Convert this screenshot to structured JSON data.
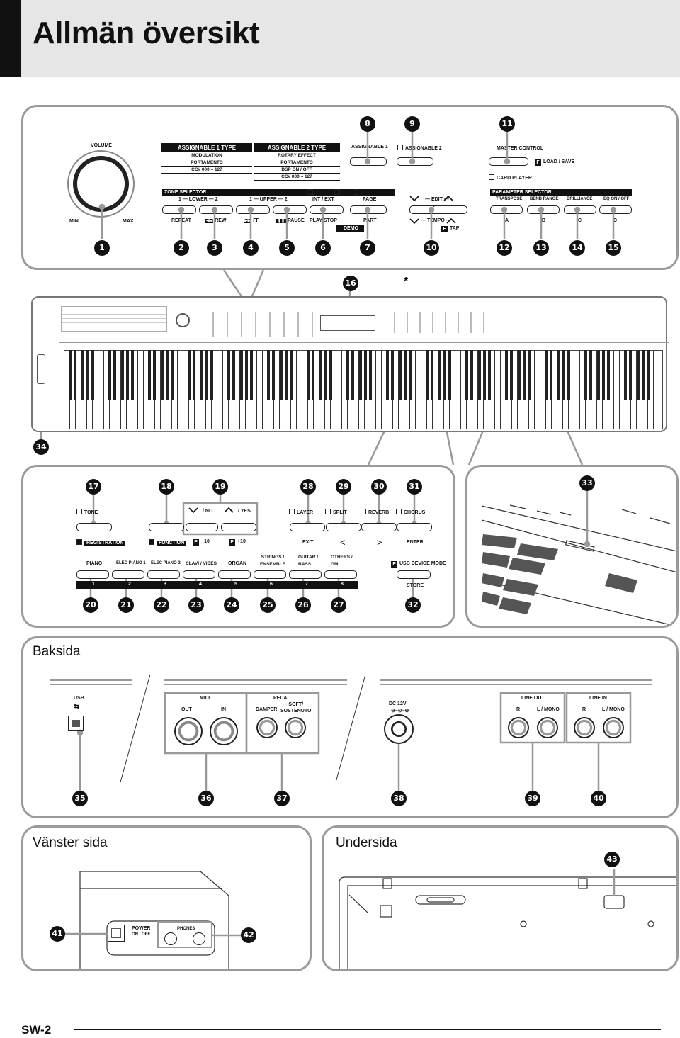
{
  "header": {
    "title": "Allmän översikt"
  },
  "callouts": {
    "c1": "1",
    "c2": "2",
    "c3": "3",
    "c4": "4",
    "c5": "5",
    "c6": "6",
    "c7": "7",
    "c8": "8",
    "c9": "9",
    "c10": "10",
    "c11": "11",
    "c12": "12",
    "c13": "13",
    "c14": "14",
    "c15": "15",
    "c16": "16",
    "c17": "17",
    "c18": "18",
    "c19": "19",
    "c20": "20",
    "c21": "21",
    "c22": "22",
    "c23": "23",
    "c24": "24",
    "c25": "25",
    "c26": "26",
    "c27": "27",
    "c28": "28",
    "c29": "29",
    "c30": "30",
    "c31": "31",
    "c32": "32",
    "c33": "33",
    "c34": "34",
    "c35": "35",
    "c36": "36",
    "c37": "37",
    "c38": "38",
    "c39": "39",
    "c40": "40",
    "c41": "41",
    "c42": "42",
    "c43": "43",
    "asterisk": "*"
  },
  "top_panel": {
    "volume": "VOLUME",
    "min": "MIN",
    "max": "MAX",
    "assignable1_type": {
      "head": "ASSIGNABLE 1 TYPE",
      "lines": [
        "MODULATION",
        "PORTAMENTO",
        "CC#   000 – 127"
      ]
    },
    "assignable2_type": {
      "head": "ASSIGNABLE 2 TYPE",
      "lines": [
        "ROTARY EFFECT",
        "PORTAMENTO",
        "DSP  ON / OFF",
        "CC#   000 – 127"
      ]
    },
    "assignable1": "ASSIGNABLE 1",
    "assignable2": "ASSIGNABLE 2",
    "master_control": "MASTER CONTROL",
    "load_save": "LOAD / SAVE",
    "card_player": "CARD PLAYER",
    "zone_selector": "ZONE SELECTOR",
    "lower": "1 — LOWER — 2",
    "upper": "1 — UPPER — 2",
    "int_ext": "INT / EXT",
    "zone_edit": "ZONE EDIT",
    "page": "PAGE",
    "edit": "— EDIT —",
    "parameter_selector": "PARAMETER SELECTOR",
    "transpose": "TRANSPOSE",
    "bend_range": "BEND RANGE",
    "brilliance": "BRILLIANCE",
    "eq_on_off": "EQ  ON / OFF",
    "repeat": "REPEAT",
    "rew": "REW",
    "ff": "FF",
    "pause": "PAUSE",
    "play_stop": "PLAY/STOP",
    "demo": "DEMO",
    "part": "PART",
    "tempo": "— TEMPO —",
    "tap": "TAP",
    "a": "A",
    "b": "B",
    "c": "C",
    "d": "D"
  },
  "middle_left_panel": {
    "tone": "TONE",
    "no": "/ NO",
    "yes": "/ YES",
    "layer": "LAYER",
    "split": "SPLIT",
    "reverb": "REVERB",
    "chorus": "CHORUS",
    "registration": "REGISTRATION",
    "function": "FUNCTION",
    "minus10": "−10",
    "plus10": "+10",
    "exit": "EXIT",
    "lt": "<",
    "gt": ">",
    "enter": "ENTER",
    "tones": [
      "PIANO",
      "ELEC PIANO 1",
      "ELEC PIANO 2",
      "CLAVI / VIBES",
      "ORGAN",
      "STRINGS / ENSEMBLE",
      "GUITAR / BASS",
      "OTHERS / GM"
    ],
    "numbers": [
      "1",
      "2",
      "3",
      "4",
      "5",
      "6",
      "7",
      "8"
    ],
    "usb_device_mode": "USB DEVICE MODE",
    "store": "STORE"
  },
  "rear": {
    "title": "Baksida",
    "usb": "USB",
    "midi": "MIDI",
    "out": "OUT",
    "in": "IN",
    "pedal": "PEDAL",
    "damper": "DAMPER",
    "soft_sostenuto": "SOFT/\nSOSTENUTO",
    "dc": "DC 12V",
    "line_out": "LINE OUT",
    "line_in": "LINE IN",
    "r": "R",
    "l_mono": "L / MONO"
  },
  "left_side": {
    "title": "Vänster sida",
    "power": "POWER",
    "power_state": "ON / OFF",
    "phones": "PHONES"
  },
  "underside": {
    "title": "Undersida"
  },
  "footer": {
    "page_label": "SW-2"
  }
}
